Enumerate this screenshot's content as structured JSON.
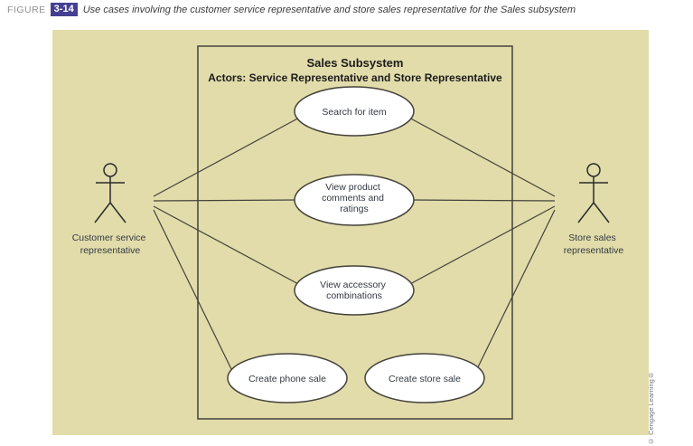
{
  "caption": {
    "figure_label": "FIGURE",
    "figure_number": "3-14",
    "text": "Use cases involving the customer service representative and store sales representative for the Sales subsystem"
  },
  "diagram": {
    "title": "Sales Subsystem",
    "subtitle": "Actors: Service Representative and Store Representative",
    "use_cases": [
      {
        "label": "Search for item",
        "lines": [
          "Search for item"
        ]
      },
      {
        "label": "View product comments and ratings",
        "lines": [
          "View product",
          "comments and",
          "ratings"
        ]
      },
      {
        "label": "View accessory combinations",
        "lines": [
          "View accessory",
          "combinations"
        ]
      },
      {
        "label": "Create phone sale",
        "lines": [
          "Create phone sale"
        ]
      },
      {
        "label": "Create store sale",
        "lines": [
          "Create store sale"
        ]
      }
    ],
    "actors": [
      {
        "name": "Customer service representative",
        "lines": [
          "Customer service",
          "representative"
        ]
      },
      {
        "name": "Store sales representative",
        "lines": [
          "Store sales",
          "representative"
        ]
      }
    ]
  },
  "credit": "© Cengage Learning®",
  "colors": {
    "panel_background": "#e2dcab",
    "badge_background": "#453f92",
    "line": "#44423a",
    "text": "#333a42"
  }
}
